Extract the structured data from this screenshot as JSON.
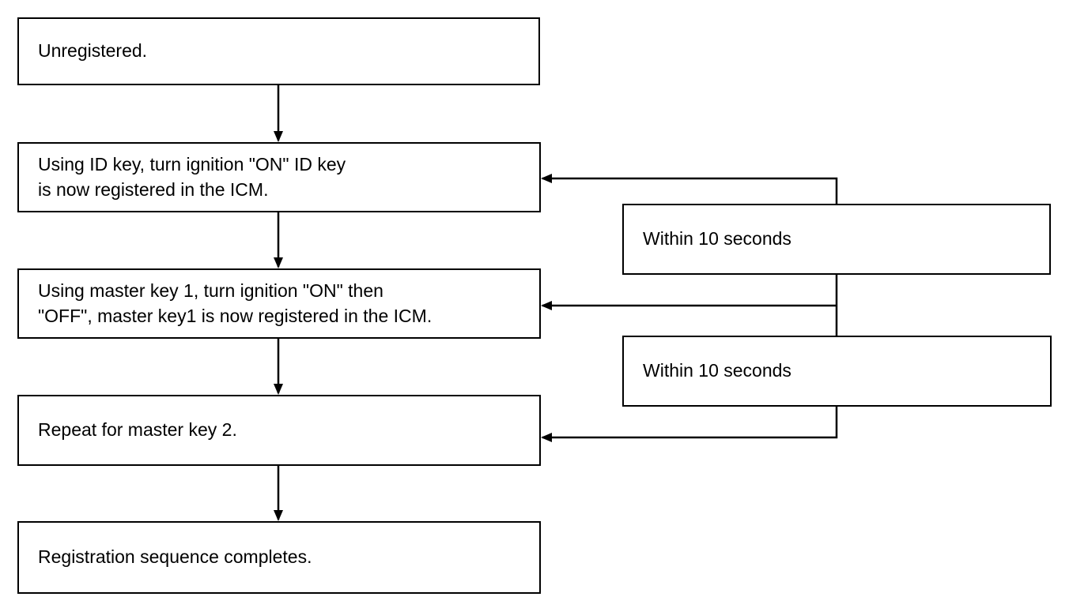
{
  "steps": [
    {
      "text": "Unregistered."
    },
    {
      "text": "Using ID key, turn ignition \"ON\" ID key\nis now registered in the ICM."
    },
    {
      "text": "Using master key 1, turn ignition \"ON\" then\n\"OFF\", master key1 is now registered in the ICM."
    },
    {
      "text": "Repeat for master key 2."
    },
    {
      "text": "Registration sequence completes."
    }
  ],
  "timers": [
    {
      "text": "Within 10 seconds"
    },
    {
      "text": "Within 10 seconds"
    }
  ]
}
